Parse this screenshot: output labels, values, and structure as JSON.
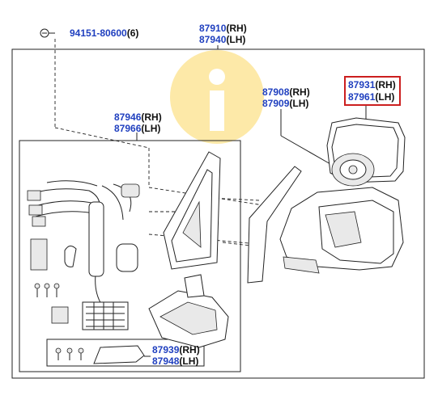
{
  "labels": {
    "screw": {
      "number": "94151-80600",
      "suffix": "(6)"
    },
    "mirror_assy_rh": {
      "number": "87910",
      "suffix": "(RH)"
    },
    "mirror_assy_lh": {
      "number": "87940",
      "suffix": "(LH)"
    },
    "outer_mirror_rh": {
      "number": "87908",
      "suffix": "(RH)"
    },
    "outer_mirror_lh": {
      "number": "87909",
      "suffix": "(LH)"
    },
    "mirror_glass_rh": {
      "number": "87931",
      "suffix": "(RH)"
    },
    "mirror_glass_lh": {
      "number": "87961",
      "suffix": "(LH)"
    },
    "sub_assy_rh": {
      "number": "87946",
      "suffix": "(RH)"
    },
    "sub_assy_lh": {
      "number": "87966",
      "suffix": "(LH)"
    },
    "cover_rh": {
      "number": "87939",
      "suffix": "(RH)"
    },
    "cover_lh": {
      "number": "87948",
      "suffix": "(LH)"
    }
  },
  "colors": {
    "part_number": "#1f3fbf",
    "highlight_box": "#cc1f1f",
    "watermark": "#fde9a8"
  },
  "icons": {
    "watermark": "info-icon"
  }
}
